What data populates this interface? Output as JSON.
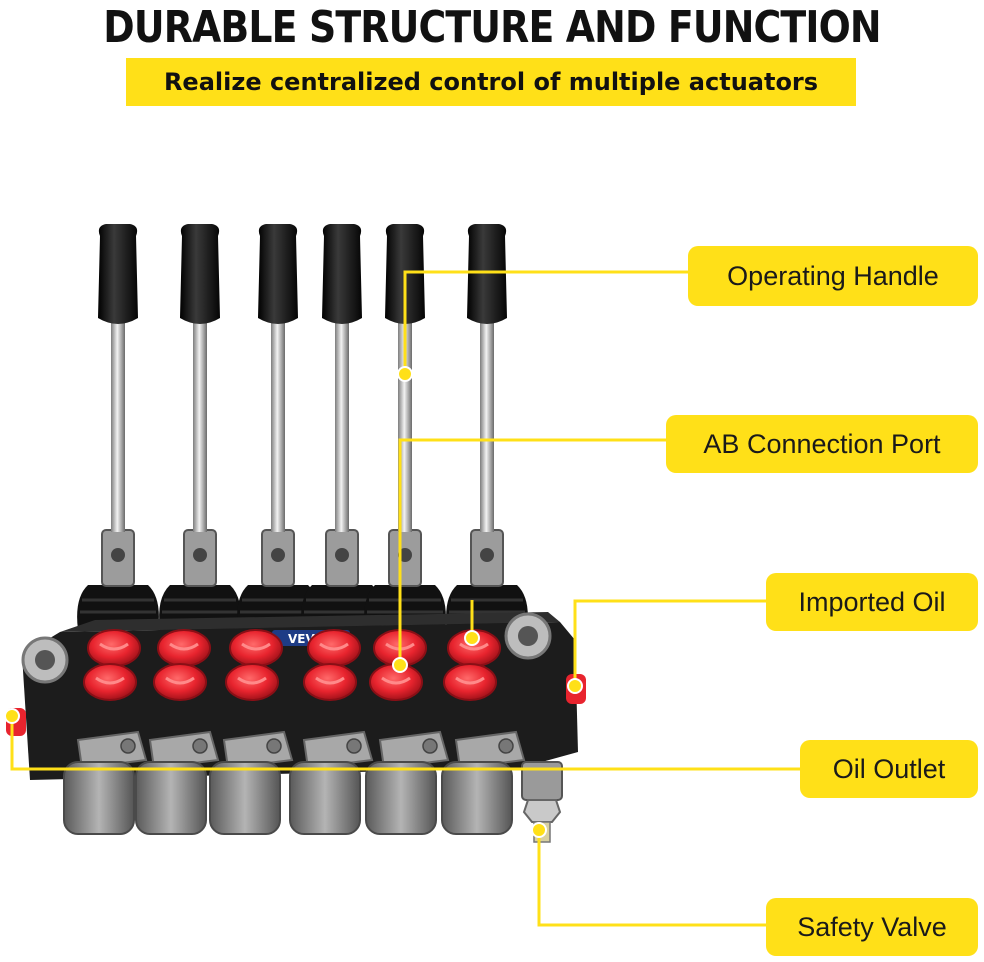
{
  "header": {
    "title": "DURABLE STRUCTURE AND FUNCTION",
    "subtitle": "Realize centralized control of multiple actuators"
  },
  "callouts": {
    "operating_handle": "Operating Handle",
    "ab_port": "AB Connection Port",
    "imported_oil": "Imported Oil",
    "oil_outlet": "Oil Outlet",
    "safety_valve": "Safety Valve"
  },
  "product": {
    "brand_label": "VEVOR",
    "lever_count": 6
  },
  "colors": {
    "accent": "#FFE018",
    "port_red": "#E8242E",
    "body_black": "#1c1c1c"
  }
}
